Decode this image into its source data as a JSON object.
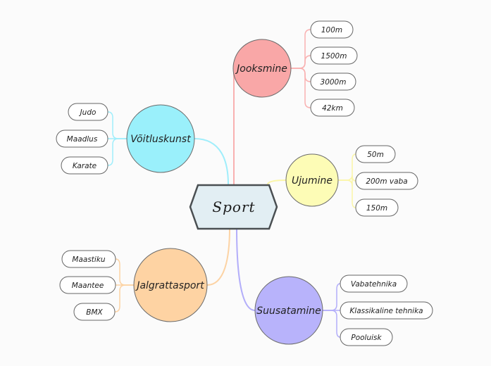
{
  "root": {
    "label": "Sport",
    "fill": "#e2eef3",
    "stroke": "#4a4f52"
  },
  "branches": [
    {
      "label": "Jooksmine",
      "color": "#f9a7a7",
      "line": "#f9b1b1",
      "children": [
        "100m",
        "1500m",
        "3000m",
        "42km"
      ]
    },
    {
      "label": "Ujumine",
      "color": "#fdfcb6",
      "line": "#fbf6a8",
      "children": [
        "50m",
        "200m vaba",
        "150m"
      ]
    },
    {
      "label": "Suusatamine",
      "color": "#b8b3fb",
      "line": "#b3aefa",
      "children": [
        "Vabatehnika",
        "Klassikaline tehnika",
        "Pooluisk"
      ]
    },
    {
      "label": "Jalgrattasport",
      "color": "#fed3a3",
      "line": "#fcd3a4",
      "children": [
        "Maastiku",
        "Maantee",
        "BMX"
      ]
    },
    {
      "label": "Võitluskunst",
      "color": "#9af0fb",
      "line": "#a0eefb",
      "children": [
        "Judo",
        "Maadlus",
        "Karate"
      ]
    }
  ]
}
